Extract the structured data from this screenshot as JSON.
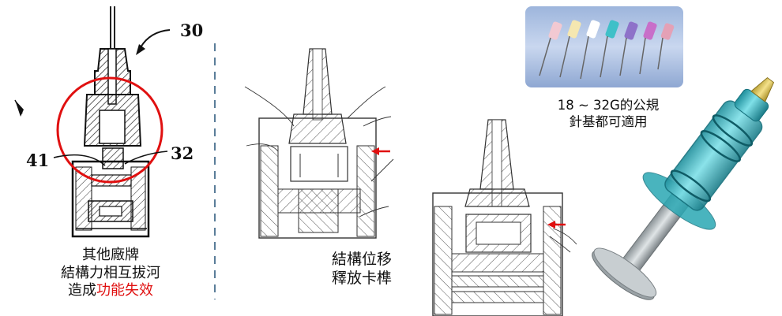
{
  "figure1": {
    "ref_30": "30",
    "ref_41": "41",
    "ref_32": "32",
    "caption_line1": "其他廠牌",
    "caption_line2": "結構力相互拔河",
    "caption_line3_prefix": "造成",
    "caption_line3_highlight": "功能失效"
  },
  "figure2": {
    "caption_line1": "結構位移",
    "caption_line2": "釋放卡榫"
  },
  "photo": {
    "caption_line1": "18 ~ 32G的公規",
    "caption_line2": "針基都可適用"
  },
  "colors": {
    "highlight_red": "#e01010",
    "arrow_red": "#e01010",
    "syringe_teal": "#3fb8c4",
    "photo_bg": "#b9cbe9"
  }
}
